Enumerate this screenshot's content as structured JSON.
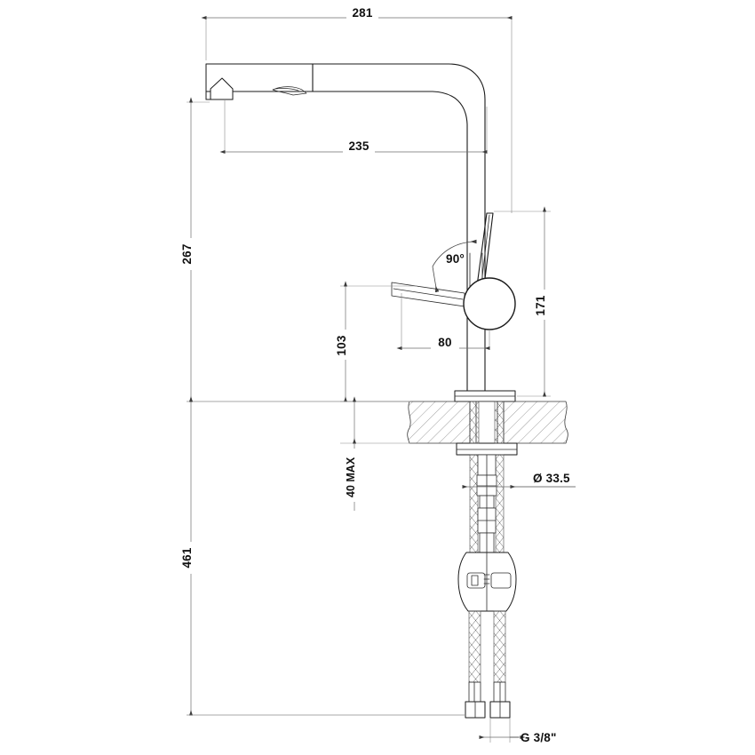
{
  "document": {
    "type": "technical-dimension-drawing",
    "subject": "Pull-out kitchen mixer tap side elevation",
    "units": "mm",
    "background_color": "#ffffff",
    "line_color": "#1a1a1a",
    "dimension_color": "#6e6e6e"
  },
  "dimensions": {
    "overall_reach": {
      "label": "281",
      "orientation": "horizontal",
      "position": "top"
    },
    "spout_projection": {
      "label": "235",
      "orientation": "horizontal",
      "position": "upper-middle"
    },
    "spout_height": {
      "label": "267",
      "orientation": "vertical",
      "position": "left"
    },
    "handle_height": {
      "label": "103",
      "orientation": "vertical",
      "position": "left-inner"
    },
    "handle_offset": {
      "label": "80",
      "orientation": "horizontal",
      "position": "middle"
    },
    "body_height": {
      "label": "171",
      "orientation": "vertical",
      "position": "right"
    },
    "total_height": {
      "label": "461",
      "orientation": "vertical",
      "position": "far-left"
    },
    "countertop_thickness": {
      "label": "40 MAX",
      "orientation": "vertical",
      "position": "left-of-base"
    },
    "hole_diameter": {
      "label": "Ø 33.5",
      "orientation": "horizontal-leader",
      "position": "right-of-shank"
    },
    "handle_rotation": {
      "label": "90°",
      "orientation": "angular",
      "position": "above-handle"
    },
    "supply_thread": {
      "label": "G 3/8\"",
      "orientation": "horizontal-leader",
      "position": "bottom-right"
    }
  },
  "components": {
    "spray_head": "pull-out-spray-head",
    "spout_arm": "horizontal-spout-arm",
    "spout_bend": "spout-radius-bend",
    "body_column": "mixer-body-column",
    "lever_handle": "single-lever-handle",
    "handle_hub": "handle-pivot-hub",
    "base_flange": "deck-mounting-flange",
    "countertop": "countertop-section-hatched",
    "mounting_nut": "under-deck-mounting-nut",
    "supply_hoses": "braided-flexible-supply-hoses",
    "valve_body": "lower-valve-body",
    "hex_fittings": "hex-supply-fittings"
  }
}
